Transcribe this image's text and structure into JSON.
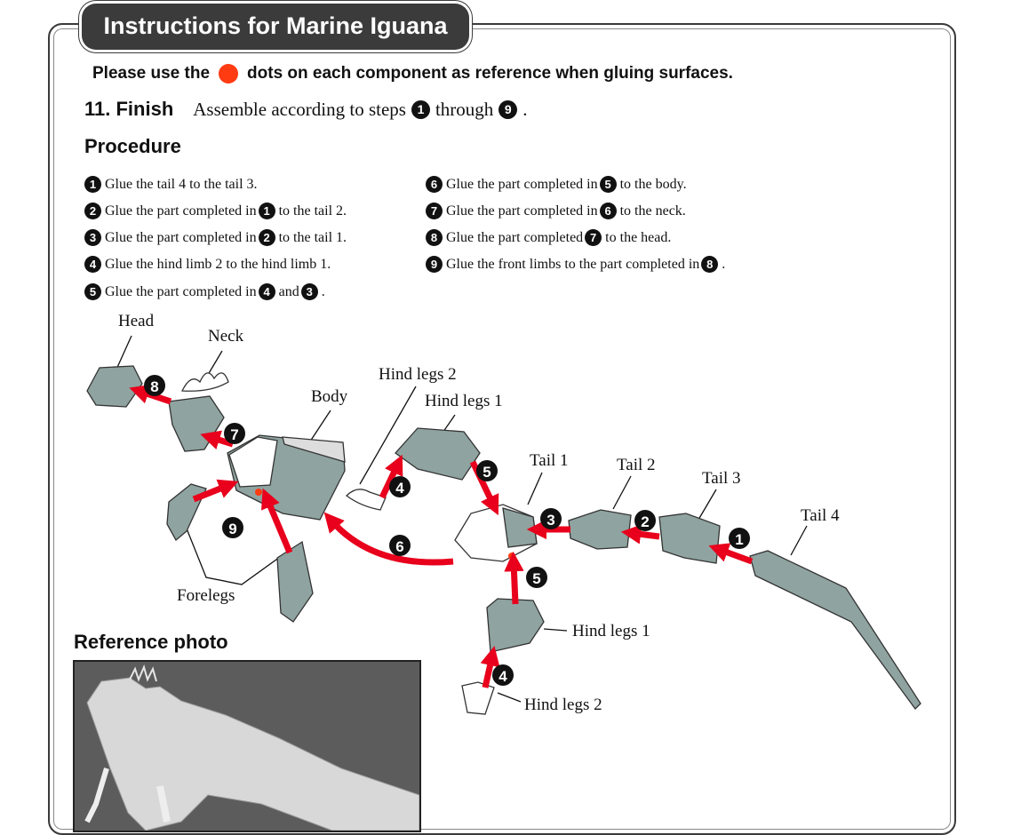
{
  "title": "Instructions for Marine Iguana",
  "note": {
    "before": "Please use the",
    "after": "dots on each component as reference when gluing surfaces.",
    "dot_color": "#ff3b12"
  },
  "finish": {
    "label": "11. Finish",
    "text_before": "Assemble according to steps",
    "step_from": "1",
    "text_mid": "through",
    "step_to": "9",
    "text_end": "."
  },
  "procedure_heading": "Procedure",
  "steps": [
    {
      "n": "1",
      "parts": [
        "Glue the tail 4 to the tail 3."
      ]
    },
    {
      "n": "2",
      "parts": [
        "Glue the part completed in",
        "1",
        "to the tail 2."
      ]
    },
    {
      "n": "3",
      "parts": [
        "Glue the part completed in",
        "2",
        "to the tail 1."
      ]
    },
    {
      "n": "4",
      "parts": [
        "Glue the hind limb 2 to the hind limb 1."
      ]
    },
    {
      "n": "5",
      "parts": [
        "Glue the part completed in",
        "4",
        "and",
        "3",
        "."
      ]
    },
    {
      "n": "6",
      "parts": [
        "Glue the part completed in",
        "5",
        "to the body."
      ]
    },
    {
      "n": "7",
      "parts": [
        "Glue the part completed in",
        "6",
        "to the neck."
      ]
    },
    {
      "n": "8",
      "parts": [
        "Glue the part completed",
        "7",
        "to the head."
      ]
    },
    {
      "n": "9",
      "parts": [
        "Glue the front limbs to the part completed in",
        "8",
        "."
      ]
    }
  ],
  "diagram_labels": {
    "head": "Head",
    "neck": "Neck",
    "body": "Body",
    "hind_legs_2_top": "Hind legs 2",
    "hind_legs_1_top": "Hind legs 1",
    "tail_1": "Tail 1",
    "tail_2": "Tail 2",
    "tail_3": "Tail 3",
    "tail_4": "Tail 4",
    "forelegs": "Forelegs",
    "hind_legs_1_bottom": "Hind legs 1",
    "hind_legs_2_bottom": "Hind legs 2"
  },
  "badges": [
    "8",
    "7",
    "9",
    "4",
    "5",
    "6",
    "3",
    "2",
    "1",
    "5",
    "4"
  ],
  "reference_title": "Reference photo",
  "colors": {
    "part_fill": "#8fa3a0",
    "arrow": "#e8001c",
    "tab_bg": "#3b3b3b"
  }
}
